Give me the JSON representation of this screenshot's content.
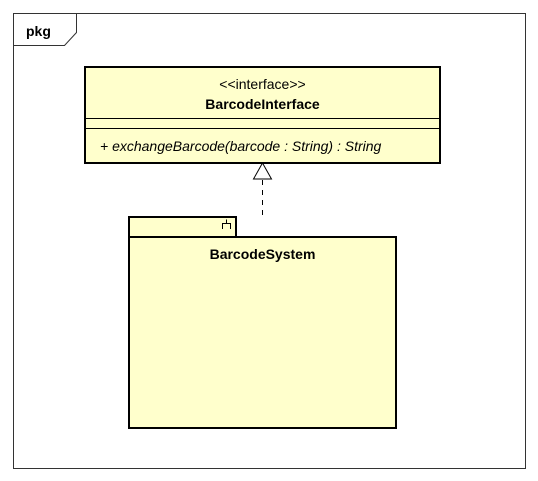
{
  "frame": {
    "label": "pkg"
  },
  "interface": {
    "stereotype": "<<interface>>",
    "name": "BarcodeInterface",
    "operation": "+ exchangeBarcode(barcode : String) : String"
  },
  "package": {
    "name": "BarcodeSystem",
    "icon": "subsystem-fork-icon"
  },
  "relationship": {
    "type": "realization"
  },
  "colors": {
    "fill": "#ffffcc",
    "stroke": "#000000",
    "frame_stroke": "#333333"
  }
}
